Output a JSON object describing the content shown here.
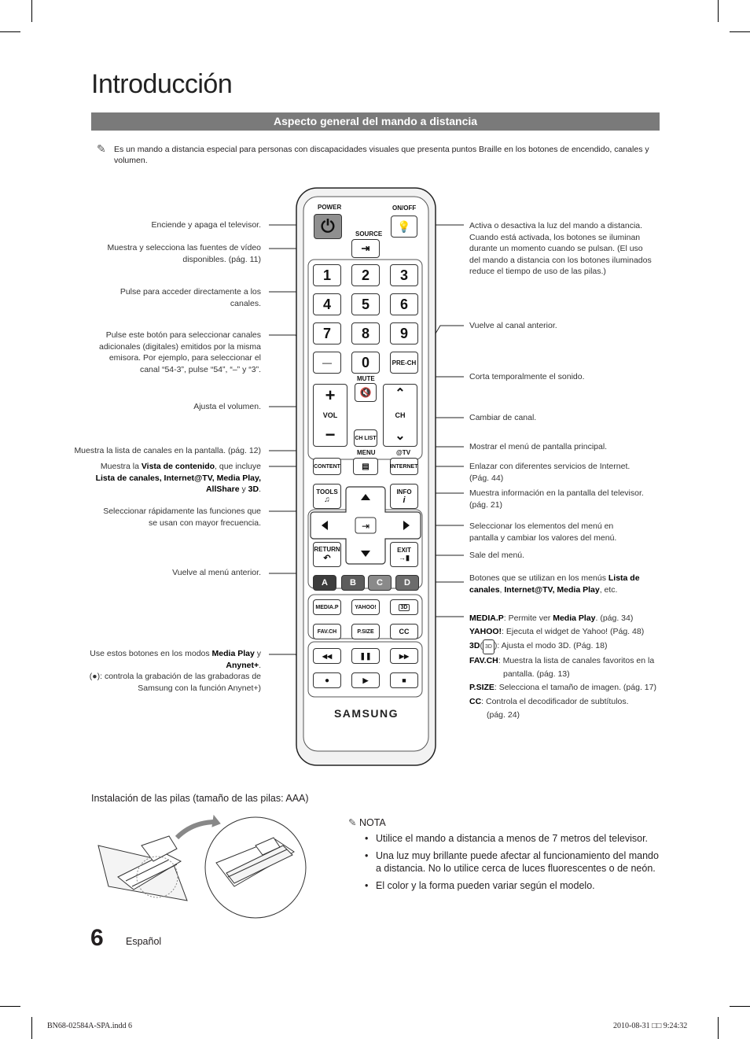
{
  "page": {
    "title": "Introducción",
    "section_title": "Aspecto general del mando a distancia",
    "intro_note": "Es un mando a distancia especial para personas con discapacidades visuales que presenta puntos Braille en los botones de encendido, canales y volumen.",
    "left_labels": {
      "power": "Enciende y apaga el televisor.",
      "source": "Muestra y selecciona las fuentes de vídeo disponibles. (pág. 11)",
      "numbers": "Pulse para acceder directamente a los canales.",
      "dash": "Pulse este botón para seleccionar canales adicionales (digitales) emitidos por la misma emisora. Por ejemplo, para seleccionar el canal “54-3”, pulse “54”, “–” y “3”.",
      "volume": "Ajusta el volumen.",
      "chlist": "Muestra la lista de canales en la pantalla. (pág. 12)",
      "content_pre": "Muestra la ",
      "content_bold1": "Vista de contenido",
      "content_mid": ", que incluye ",
      "content_bold2": "Lista de canales, Internet@TV, Media Play, AllShare",
      "content_y": " y ",
      "content_bold3": "3D",
      "content_end": ".",
      "tools": "Seleccionar rápidamente las funciones que se usan con mayor frecuencia.",
      "return": "Vuelve al menú anterior.",
      "media_pre": "Use estos botones en los modos ",
      "media_bold1": "Media Play",
      "media_y": " y ",
      "media_bold2": "Anynet+",
      "media_end": ".",
      "media_rec": "(●): controla la grabación de las grabadoras de Samsung con la función Anynet+)"
    },
    "right_labels": {
      "onoff": "Activa o desactiva la luz del mando a distancia. Cuando está activada, los botones se iluminan durante un momento cuando se pulsan. (El uso del mando a distancia con los botones iluminados reduce el tiempo de uso de las pilas.)",
      "prech": "Vuelve al canal anterior.",
      "mute": "Corta temporalmente el sonido.",
      "ch": "Cambiar de canal.",
      "menu": "Mostrar el menú de pantalla principal.",
      "internet": "Enlazar con diferentes servicios de Internet. (Pág. 44)",
      "info": "Muestra información en la pantalla del televisor. (pág. 21)",
      "nav": "Seleccionar los elementos del menú en pantalla y cambiar los valores del menú.",
      "exit": "Sale del menú.",
      "color_pre": "Botones que se utilizan en los menús ",
      "color_bold1": "Lista de canales",
      "color_sep": ", ",
      "color_bold2": "Internet@TV, Media Play",
      "color_end": ", etc.",
      "mediap_k": "MEDIA.P",
      "mediap_v1": ": Permite ver ",
      "mediap_b": "Media Play",
      "mediap_v2": ". (pág. 34)",
      "yahoo_k": "YAHOO!",
      "yahoo_v": ": Ejecuta el widget de Yahoo! (Pág. 48)",
      "d3_k": "3D",
      "d3_v": "): Ajusta el modo 3D. (Pág. 18)",
      "favch_k": "FAV.CH",
      "favch_v": ": Muestra la lista de canales favoritos en la",
      "favch_v2": "pantalla. (pág. 13)",
      "psize_k": "P.SIZE",
      "psize_v": ": Selecciona el tamaño de imagen. (pág. 17)",
      "cc_k": "CC",
      "cc_v": ": Controla el decodificador de subtítulos.",
      "cc_v2": "(pág. 24)"
    },
    "remote": {
      "power": "POWER",
      "onoff": "ON/OFF",
      "source": "SOURCE",
      "digits": [
        "1",
        "2",
        "3",
        "4",
        "5",
        "6",
        "7",
        "8",
        "9"
      ],
      "dash": "—",
      "zero": "0",
      "prech": "PRE-CH",
      "mute": "MUTE",
      "vol": "VOL",
      "ch": "CH",
      "chlist": "CH LIST",
      "menu": "MENU",
      "atv": "@TV",
      "content": "CONTENT",
      "internet": "INTERNET",
      "tools": "TOOLS",
      "info": "INFO",
      "return": "RETURN",
      "exit": "EXIT",
      "colors": [
        {
          "label": "A",
          "color": "#3c3c3c"
        },
        {
          "label": "B",
          "color": "#5c5c5c"
        },
        {
          "label": "C",
          "color": "#8a8a8a"
        },
        {
          "label": "D",
          "color": "#6c6c6c"
        }
      ],
      "mediap": "MEDIA.P",
      "yahoo": "YAHOO!",
      "favch": "FAV.CH",
      "psize": "P.SIZE",
      "cc": "CC",
      "brand": "SAMSUNG"
    },
    "install_title_bold": "Instalación de las pilas (",
    "install_title_normal": "tamaño de las pilas: AAA",
    "install_title_close": ")",
    "nota_heading": "NOTA",
    "nota_items": [
      "Utilice el mando a distancia a menos de 7 metros del televisor.",
      "Una luz muy brillante puede afectar al funcionamiento del mando a distancia. No lo utilice cerca de luces fluorescentes o de neón.",
      "El color y la forma pueden variar según el modelo."
    ],
    "page_number": "6",
    "language": "Español",
    "footer_left": "BN68-02584A-SPA.indd   6",
    "footer_right": "2010-08-31   □□ 9:24:32"
  }
}
